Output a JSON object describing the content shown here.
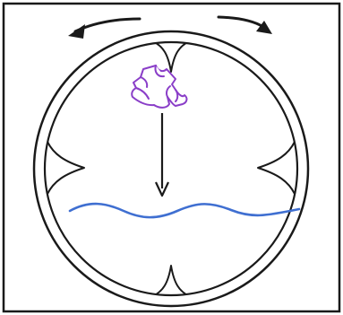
{
  "diagram": {
    "components": [
      {
        "name": "rotation-arrow-counterclockwise",
        "icon": "curved-arrow-left"
      },
      {
        "name": "rotation-arrow-clockwise",
        "icon": "curved-arrow-right"
      },
      {
        "name": "drum-outer-ring"
      },
      {
        "name": "drum-inner-ring"
      },
      {
        "name": "paddle-lifters",
        "count": 4
      },
      {
        "name": "clothing-item",
        "icon": "garment-icon"
      },
      {
        "name": "drop-arrow",
        "icon": "arrow-down"
      },
      {
        "name": "water-surface",
        "icon": "wavy-line"
      }
    ],
    "colors": {
      "line": "#1a1a1a",
      "garment": "#8a3ec8",
      "water": "#3f6fd1",
      "background": "#ffffff"
    }
  }
}
